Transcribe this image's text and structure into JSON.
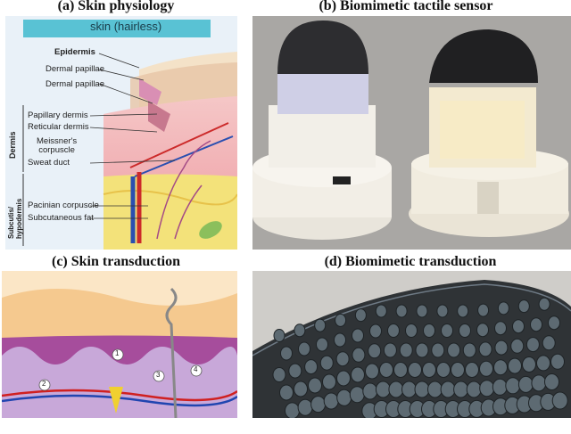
{
  "figure": {
    "panels": [
      {
        "title": "(a) Skin physiology"
      },
      {
        "title": "(b) Biomimetic tactile sensor"
      },
      {
        "title": "(c) Skin transduction"
      },
      {
        "title": "(d) Biomimetic transduction"
      }
    ],
    "skin_diagram": {
      "banner": "skin (hairless)",
      "labels": {
        "epidermis": "Epidermis",
        "dermal_papillae_1": "Dermal papillae",
        "dermal_papillae_2": "Dermal papillae",
        "papillary_dermis": "Papillary dermis",
        "reticular_dermis": "Reticular dermis",
        "meissner": "Meissner's\ncorpuscle",
        "sweat_duct": "Sweat duct",
        "pacinian": "Pacinian corpuscle",
        "subcutaneous_fat": "Subcutaneous fat"
      },
      "side_labels": {
        "dermis": "Dermis",
        "subcutis": "Subcutis/\nhypodermis"
      }
    },
    "transduction_markers": [
      "1",
      "2",
      "3",
      "4"
    ]
  }
}
